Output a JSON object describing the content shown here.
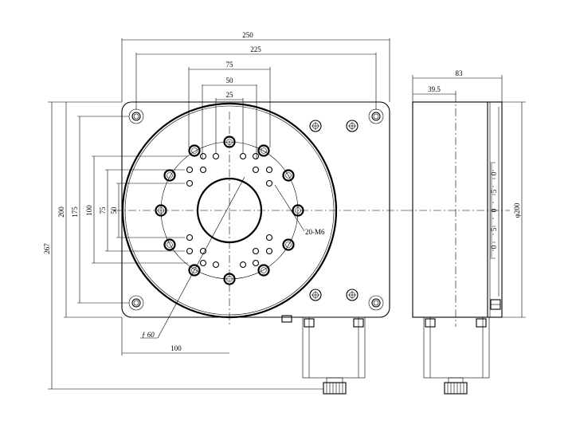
{
  "dimensions": {
    "width_250": "250",
    "width_225": "225",
    "width_75": "75",
    "width_50": "50",
    "width_25": "25",
    "height_267": "267",
    "height_200": "200",
    "height_175": "175",
    "height_100": "100",
    "height_75": "75",
    "height_50": "50",
    "bottom_100": "100",
    "side_83": "83",
    "side_39_5": "39.5",
    "side_phi200": "φ200"
  },
  "labels": {
    "holes": "20-M6",
    "bore": "ƒ 60"
  },
  "scale_marks": [
    "0",
    "5",
    "0",
    "5",
    "0"
  ]
}
